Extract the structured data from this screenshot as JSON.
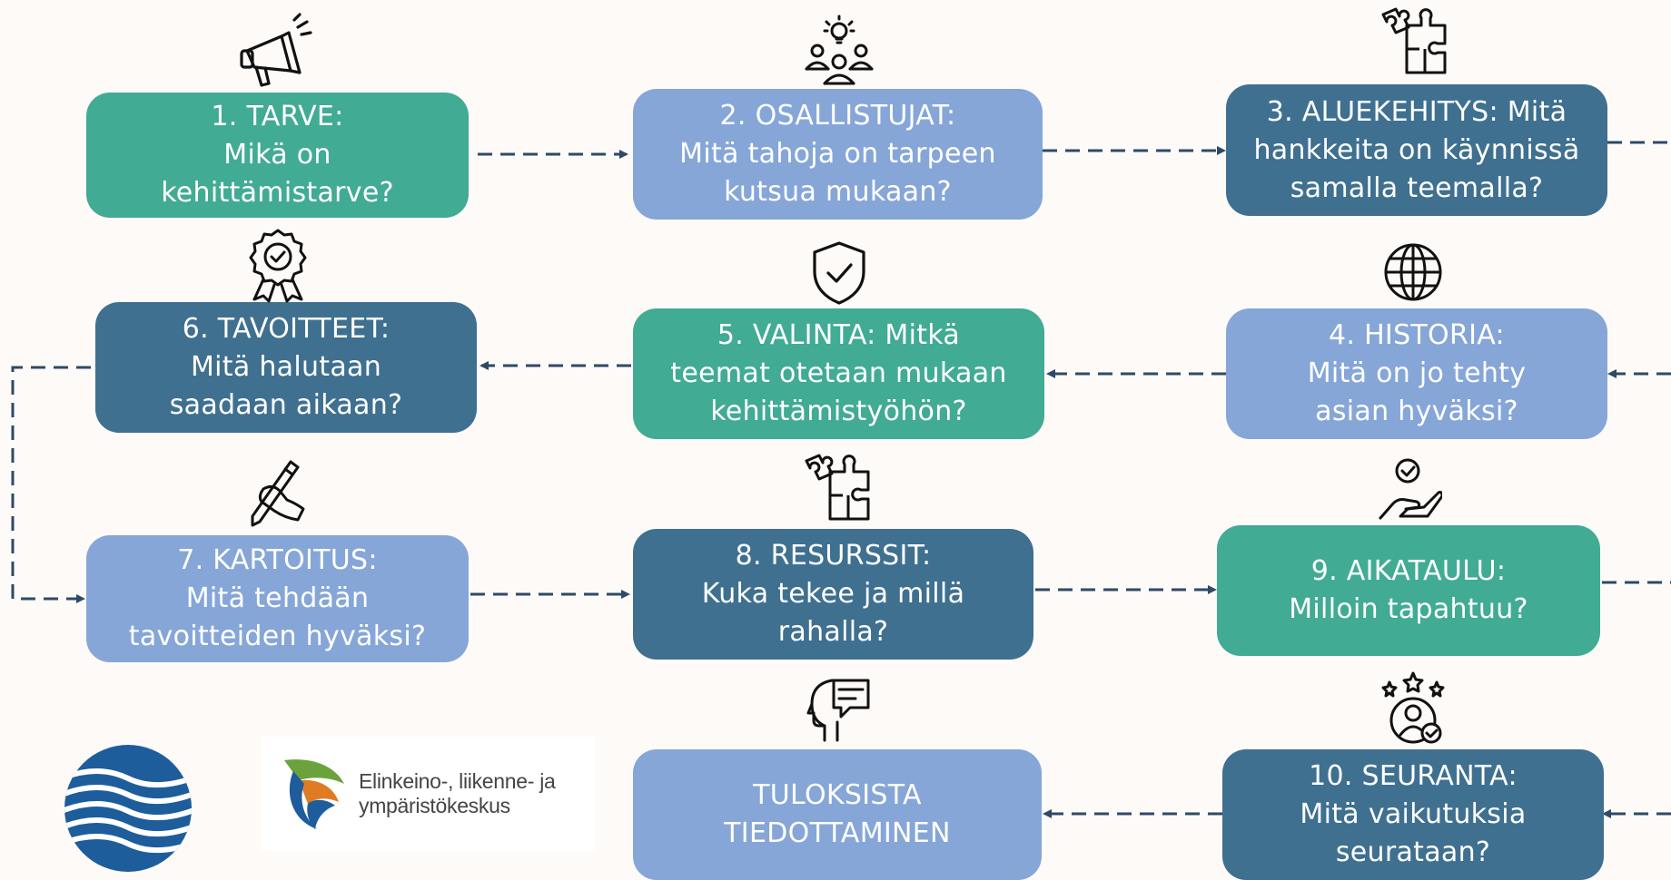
{
  "caption": "",
  "boxes": {
    "b1": {
      "lines": [
        "1. TARVE:",
        "Mikä on",
        "kehittämistarve?"
      ]
    },
    "b2": {
      "lines": [
        "2. OSALLISTUJAT:",
        "Mitä tahoja on tarpeen",
        "kutsua mukaan?"
      ]
    },
    "b3": {
      "lines": [
        "3. ALUEKEHITYS: Mitä",
        "hankkeita on käynnissä",
        "samalla teemalla?"
      ]
    },
    "b4": {
      "lines": [
        "4. HISTORIA:",
        "Mitä on jo tehty",
        "asian hyväksi?"
      ]
    },
    "b5": {
      "lines": [
        "5. VALINTA: Mitkä",
        "teemat otetaan mukaan",
        "kehittämistyöhön?"
      ]
    },
    "b6": {
      "lines": [
        "6. TAVOITTEET:",
        "Mitä halutaan",
        "saadaan aikaan?"
      ]
    },
    "b7": {
      "lines": [
        "7. KARTOITUS:",
        "Mitä tehdään",
        "tavoitteiden hyväksi?"
      ]
    },
    "b8": {
      "lines": [
        "8. RESURSSIT:",
        "Kuka tekee ja millä",
        "rahalla?"
      ]
    },
    "b9": {
      "lines": [
        "9. AIKATAULU:",
        "Milloin tapahtuu?"
      ]
    },
    "b10": {
      "lines": [
        "10. SEURANTA:",
        "Mitä vaikutuksia",
        "seurataan?"
      ]
    },
    "b11": {
      "lines": [
        "TULOKSISTA",
        "TIEDOTTAMINEN"
      ]
    }
  },
  "logos": {
    "ely_line1": "Elinkeino-, liikenne- ja",
    "ely_line2": "ympäristökeskus"
  },
  "colors": {
    "green": "#41ab94",
    "light_blue": "#86a6d8",
    "dark_blue": "#3f7090",
    "arrow": "#2e4a66"
  },
  "icons": {
    "b1": "megaphone-icon",
    "b2": "team-idea-icon",
    "b3": "puzzle-icon",
    "b4": "globe-icon",
    "b5": "shield-check-icon",
    "b6": "award-badge-icon",
    "b7": "hand-pen-icon",
    "b8": "puzzle-icon",
    "b9": "hand-check-icon",
    "b10": "user-stars-icon",
    "b11": "head-chat-icon"
  }
}
